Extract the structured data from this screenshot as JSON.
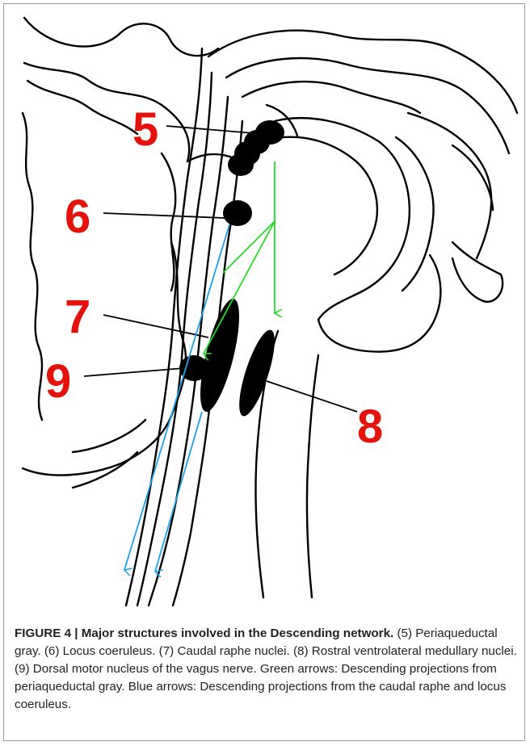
{
  "figure": {
    "labels": [
      "5",
      "6",
      "7",
      "8",
      "9"
    ],
    "colors": {
      "label": "#e3120b",
      "outline": "#000000",
      "nucleus": "#000000",
      "green_arrow": "#22dd22",
      "blue_arrow": "#1aa3e8"
    }
  },
  "caption": {
    "title": "FIGURE 4 | Major structures involved in the Descending network.",
    "body": " (5) Periaqueductal gray. (6) Locus coeruleus. (7) Caudal raphe nuclei. (8) Rostral ventrolateral medullary nuclei. (9) Dorsal motor nucleus of the vagus nerve. Green arrows: Descending projections from periaqueductal gray. Blue arrows: Descending projections from the caudal raphe and locus coeruleus."
  }
}
